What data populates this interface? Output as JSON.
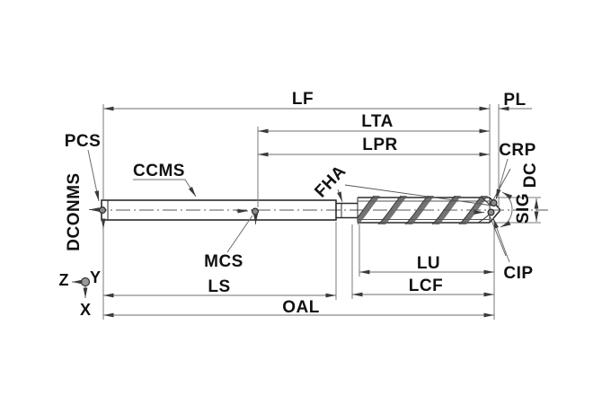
{
  "diagram": {
    "colors": {
      "background": "#ffffff",
      "object_line": "#2b2b2b",
      "dimension_line": "#6e6e6e",
      "text": "#111111"
    },
    "dimension_labels": {
      "lf": "LF",
      "pl": "PL",
      "lta": "LTA",
      "lpr": "LPR",
      "pcs": "PCS",
      "ccms": "CCMS",
      "dconms": "DCONMS",
      "fha": "FHA",
      "crp": "CRP",
      "dc": "DC",
      "sig": "SIG",
      "mcs": "MCS",
      "cip": "CIP",
      "lu": "LU",
      "lcf": "LCF",
      "ls": "LS",
      "oal": "OAL"
    },
    "axis_indicator": {
      "z": "Z",
      "y": "Y",
      "x": "X"
    }
  }
}
